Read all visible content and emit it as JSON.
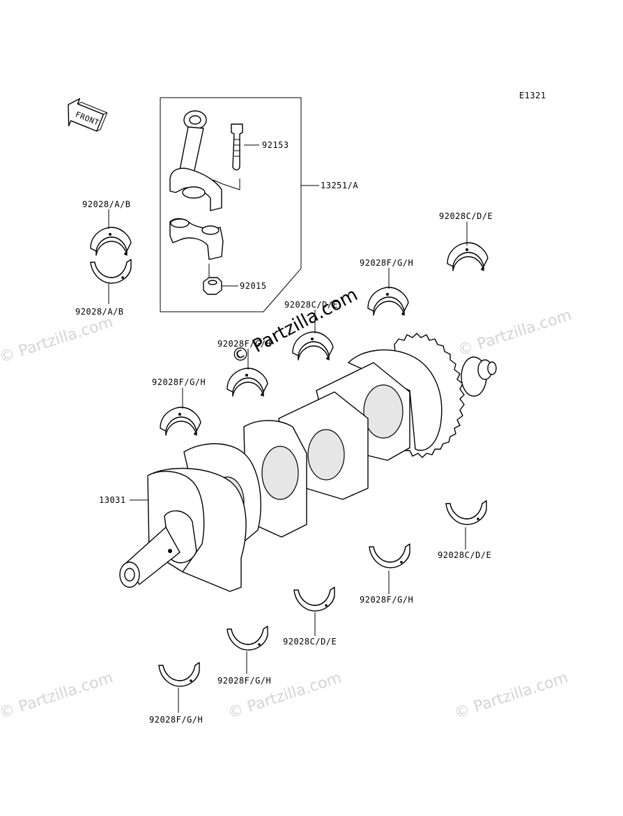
{
  "diagram_code": "E1321",
  "front_label": "FRONT",
  "watermark_text": "© Partzilla.com",
  "watermark_main": "© Partzilla.com",
  "callouts": {
    "p92153": "92153",
    "p13251": "13251/A",
    "p92015": "92015",
    "p92028ab_top": "92028/A/B",
    "p92028ab_bot": "92028/A/B",
    "p92028cde_r1": "92028C/D/E",
    "p92028fgh_r1": "92028F/G/H",
    "p92028cde_mid": "92028C/D/E",
    "p92028fgh_mid": "92028F/G/H",
    "p92028fgh_left": "92028F/G/H",
    "p13031": "13031",
    "p92028cde_r2": "92028C/D/E",
    "p92028fgh_r2": "92028F/G/H",
    "p92028cde_low": "92028C/D/E",
    "p92028fgh_low": "92028F/G/H",
    "p92028fgh_bot": "92028F/G/H"
  }
}
